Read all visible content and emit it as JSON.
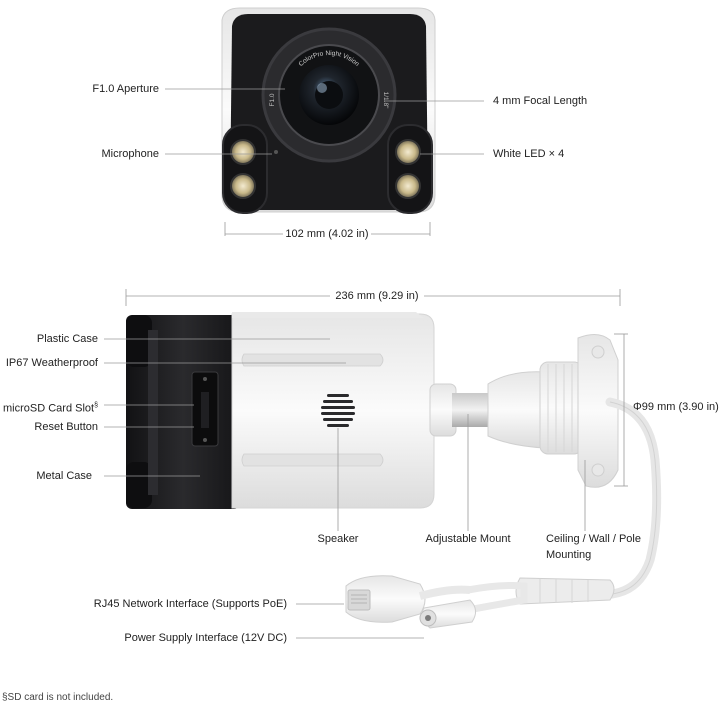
{
  "front_view": {
    "labels": {
      "aperture": "F1.0 Aperture",
      "microphone": "Microphone",
      "focal_length": "4 mm Focal Length",
      "white_led": "White LED × 4",
      "width": "102 mm (4.02 in)"
    },
    "lens_text": {
      "ring": "ColorPro Night Vision",
      "left": "F1.0",
      "right": "1/1.8\""
    }
  },
  "side_view": {
    "labels": {
      "length": "236 mm (9.29 in)",
      "plastic_case": "Plastic Case",
      "weatherproof": "IP67 Weatherproof",
      "microsd": "microSD Card Slot",
      "microsd_mark": "§",
      "reset": "Reset Button",
      "metal_case": "Metal Case",
      "speaker": "Speaker",
      "adjustable_mount": "Adjustable Mount",
      "ceiling_line1": "Ceiling / Wall / Pole",
      "ceiling_line2": "Mounting",
      "mount_diameter": "Φ99 mm (3.90 in)",
      "rj45": "RJ45 Network Interface (Supports PoE)",
      "power": "Power Supply Interface (12V DC)"
    }
  },
  "footnote": "§SD card is not included.",
  "colors": {
    "body_white": "#f4f4f4",
    "body_dark": "#1e1e20",
    "leader_line": "#9a9a9a",
    "led": "#c9b98a"
  }
}
